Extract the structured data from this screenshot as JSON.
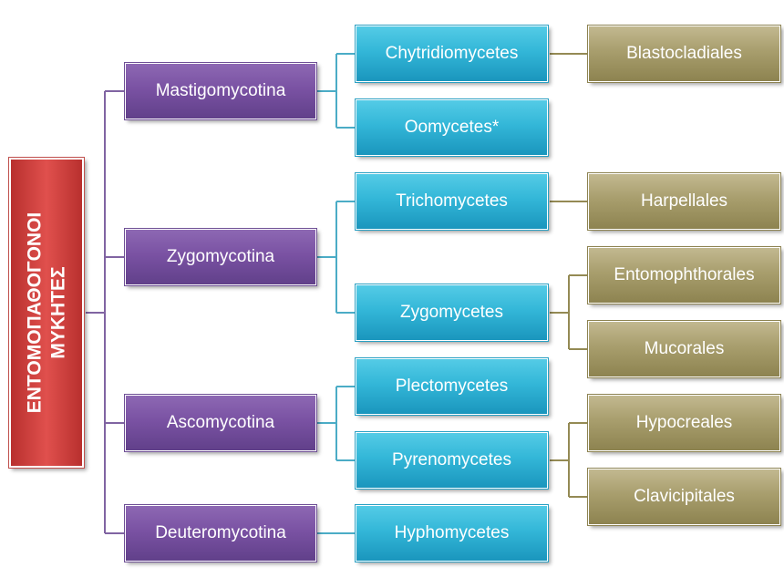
{
  "root": {
    "label_line1": "ΕΝΤΟΜΟΠΑΘΟΓΟΝΟΙ",
    "label_line2": "ΜΥΚΗΤΕΣ"
  },
  "subdivisions": [
    {
      "label": "Mastigomycotina"
    },
    {
      "label": "Zygomycotina"
    },
    {
      "label": "Ascomycotina"
    },
    {
      "label": "Deuteromycotina"
    }
  ],
  "classes": [
    {
      "label": "Chytridiomycetes"
    },
    {
      "label": "Oomycetes*"
    },
    {
      "label": "Trichomycetes"
    },
    {
      "label": "Zygomycetes"
    },
    {
      "label": "Plectomycetes"
    },
    {
      "label": "Pyrenomycetes"
    },
    {
      "label": "Hyphomycetes"
    }
  ],
  "orders": [
    {
      "label": "Blastocladiales"
    },
    {
      "label": "Harpellales"
    },
    {
      "label": "Entomophthorales"
    },
    {
      "label": "Mucorales"
    },
    {
      "label": "Hypocreales"
    },
    {
      "label": "Clavicipitales"
    }
  ],
  "colors": {
    "root": "#c0504d",
    "subdivision": "#7a52a3",
    "class": "#33b7d8",
    "order": "#a89e6d",
    "line_purple": "#8064a2",
    "line_blue": "#4bacc6",
    "line_olive": "#948a54"
  }
}
